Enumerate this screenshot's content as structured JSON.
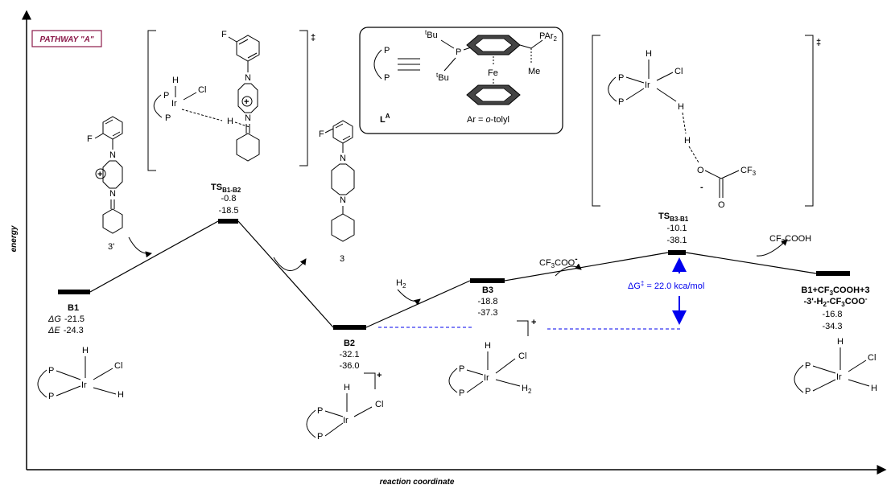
{
  "axes": {
    "y_label": "energy",
    "x_label": "reaction coordinate"
  },
  "pathway_tag": "PATHWAY \"A\"",
  "states": [
    {
      "id": "B1",
      "label": "B1",
      "dG_prefix": "ΔG",
      "dE_prefix": "ΔE",
      "dG": "-21.5",
      "dE": "-24.3"
    },
    {
      "id": "TS1",
      "label": "TS",
      "label_sub": "B1-B2",
      "dG": "-0.8",
      "dE": "-18.5"
    },
    {
      "id": "B2",
      "label": "B2",
      "dG": "-32.1",
      "dE": "-36.0"
    },
    {
      "id": "B3",
      "label": "B3",
      "dG": "-18.8",
      "dE": "-37.3"
    },
    {
      "id": "TS2",
      "label": "TS",
      "label_sub": "B3-B1",
      "dG": "-10.1",
      "dE": "-38.1"
    },
    {
      "id": "B1end",
      "label": "B1+CF",
      "dG": "-16.8",
      "dE": "-34.3"
    }
  ],
  "final_label": {
    "l1a": "B1+CF",
    "l1b": "3",
    "l1c": "COOH+3",
    "l2a": "-3'-H",
    "l2b": "2",
    "l2c": "-CF",
    "l2d": "3",
    "l2e": "COO",
    "l2f": "-"
  },
  "reagents": {
    "h2": "H",
    "h2_sub": "2",
    "tfa_anion": "CF",
    "tfa_anion_sub": "3",
    "tfa_anion_rest": "COO",
    "tfa_anion_sup": "-",
    "tfa_acid": "CF",
    "tfa_acid_sub": "3",
    "tfa_acid_rest": "COOH"
  },
  "barrier": {
    "prefix": "ΔG",
    "sup": "‡",
    "text": " = 22.0 kca/mol"
  },
  "molecule_labels": {
    "iminium": "3'",
    "amine": "3"
  },
  "ligand_box": {
    "L": "L",
    "L_sup": "A",
    "ar_prefix": "Ar = ",
    "ar_italic": "o",
    "ar_suffix": "-tolyl",
    "tbu": "Bu",
    "tbu_sup": "t",
    "fe": "Fe",
    "par2": "PAr",
    "par2_sub": "2",
    "me": "Me",
    "p": "P"
  },
  "atoms": {
    "P": "P",
    "Ir": "Ir",
    "H": "H",
    "Cl": "Cl",
    "F": "F",
    "N": "N",
    "O": "O",
    "CF3": "CF",
    "CF3_sub": "3"
  },
  "marks": {
    "dagger": "‡",
    "plus": "+",
    "minus": "-",
    "charge_plus": "+"
  }
}
